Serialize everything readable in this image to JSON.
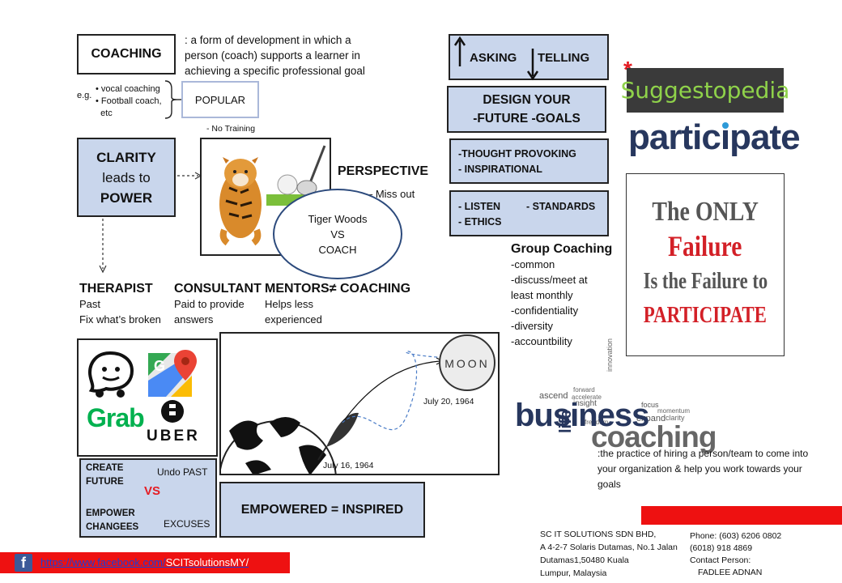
{
  "coaching": {
    "box_label": "COACHING",
    "definition": ": a form of development in which a person (coach) supports a learner in achieving a specific professional goal",
    "eg_label": "e.g.",
    "examples": [
      "vocal coaching",
      "Football coach,",
      "etc"
    ],
    "popular_label": "POPULAR",
    "no_training": "- No Training"
  },
  "clarity": {
    "line1": "CLARITY",
    "line2": "leads to",
    "line3": "POWER"
  },
  "perspective": {
    "title": "PERSPECTIVE",
    "miss_out": "– Miss out"
  },
  "tiger_woods": {
    "line1": "Tiger Woods",
    "line2": "VS",
    "line3": "COACH"
  },
  "roles": {
    "therapist": {
      "title": "THERAPIST",
      "line1": "Past",
      "line2": "Fix what’s broken"
    },
    "consultant": {
      "title": "CONSULTANT",
      "line1": "Paid to provide",
      "line2": "answers"
    },
    "mentors": {
      "title": "MENTORS≠ COACHING",
      "line1": "Helps less",
      "line2": "experienced"
    }
  },
  "apps": {
    "grab": "Grab",
    "uber": "UBER"
  },
  "moon": {
    "label": "MOON",
    "date_arrive": "July 20, 1964",
    "date_launch": "July 16, 1964"
  },
  "create_future": {
    "create": "CREATE FUTURE",
    "undo": "Undo PAST",
    "vs": "VS",
    "empower": "EMPOWER CHANGEES",
    "excuses": "EXCUSES"
  },
  "empowered": "EMPOWERED  = INSPIRED",
  "asking_telling": {
    "asking": "ASKING",
    "telling": "TELLING"
  },
  "design_goals": {
    "line1": "DESIGN YOUR",
    "line2": "-FUTURE -GOALS"
  },
  "thought": {
    "line1": "-THOUGHT PROVOKING",
    "line2": "- INSPIRATIONAL"
  },
  "listen": {
    "listen": "- LISTEN",
    "standards": "- STANDARDS",
    "ethics": "- ETHICS"
  },
  "group_coaching": {
    "title": "Group Coaching",
    "items": [
      "-common",
      "-discuss/meet at",
      "least monthly",
      "-confidentiality",
      "-diversity",
      "-accountbility"
    ]
  },
  "suggestopedia": {
    "asterisk": "*",
    "label": "Suggestopedia"
  },
  "participate": {
    "word_a": "partic",
    "word_b": "pate"
  },
  "failure_poster": {
    "line1": "The ONLY",
    "line2": "Failure",
    "line3": "Is the Failure to",
    "line4": "PARTICIPATE"
  },
  "business_coaching": {
    "word_business": "business",
    "word_coaching": "coaching",
    "word_life": "life",
    "definition": ":the practice of hiring a person/team to come into your organization & help you work towards your goals",
    "cloud_words": [
      "ascend",
      "forward",
      "accelerate",
      "insight",
      "innovation",
      "freedom",
      "focus",
      "momentum",
      "expand",
      "clarity"
    ]
  },
  "company": {
    "name": "SC IT SOLUTIONS SDN BHD,",
    "addr1": "A 4-2-7 Solaris Dutamas, No.1 Jalan",
    "addr2": "Dutamas1,50480 Kuala",
    "addr3": "Lumpur, Malaysia",
    "phone": "Phone: (603) 6206 0802",
    "mobile": "(6018) 918 4869",
    "contact_label": "Contact Person:",
    "contact_name": "FADLEE ADNAN"
  },
  "footer": {
    "fb_icon": "f",
    "url_a": "https://www.facebook.com/",
    "url_b": "SCITsolutionsMY/"
  },
  "colors": {
    "box_blue": "#c9d6ec",
    "red": "#ee1111",
    "navy": "#27375e",
    "grab_green": "#00b14f"
  }
}
